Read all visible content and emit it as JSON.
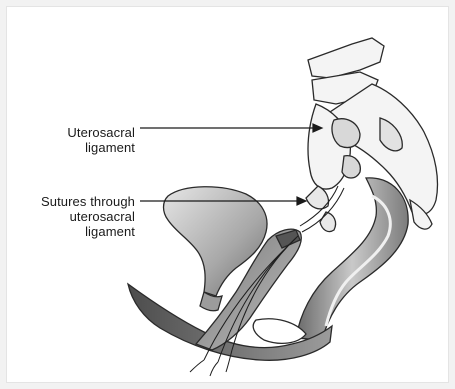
{
  "labels": {
    "uterosacral": {
      "line1": "Uterosacral",
      "line2": "ligament"
    },
    "sutures": {
      "line1": "Sutures through",
      "line2": "uterosacral",
      "line3": "ligament"
    }
  },
  "colors": {
    "outline": "#2a2a2a",
    "bone": "#f4f4f4",
    "bone_shade": "#bdbdbd",
    "organ_dark": "#5c5c5c",
    "organ_mid": "#9a9a9a",
    "organ_light": "#d8d8d8"
  }
}
